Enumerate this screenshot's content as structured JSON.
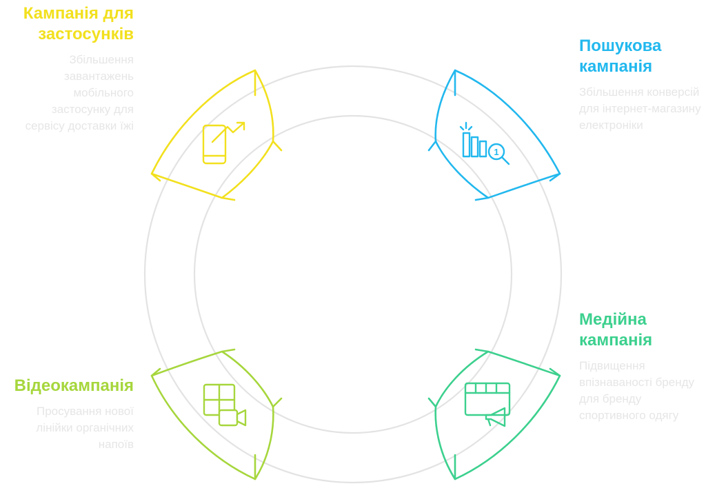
{
  "colors": {
    "apps": "#F2E01E",
    "search": "#22B8EE",
    "media": "#3CD08E",
    "video": "#A6D63C",
    "ring": "#E3E3E3",
    "description": "#E6E6E6"
  },
  "segments": {
    "apps": {
      "title": "Кампанія для застосунків",
      "description": "Збільшення завантажень мобільного застосунку для сервісу доставки їжі",
      "icon": "mobile-growth-icon"
    },
    "search": {
      "title": "Пошукова кампанія",
      "description": "Збільшення конверсій для інтернет-магазину електроніки",
      "icon": "search-ranking-icon"
    },
    "media": {
      "title": "Медійна кампанія",
      "description": "Підвищення впізнаваності бренду для бренду спортивного одягу",
      "icon": "media-megaphone-icon"
    },
    "video": {
      "title": "Відеокампанія",
      "description": "Просування нової лінійки органічних напоїв",
      "icon": "video-camera-icon"
    }
  }
}
